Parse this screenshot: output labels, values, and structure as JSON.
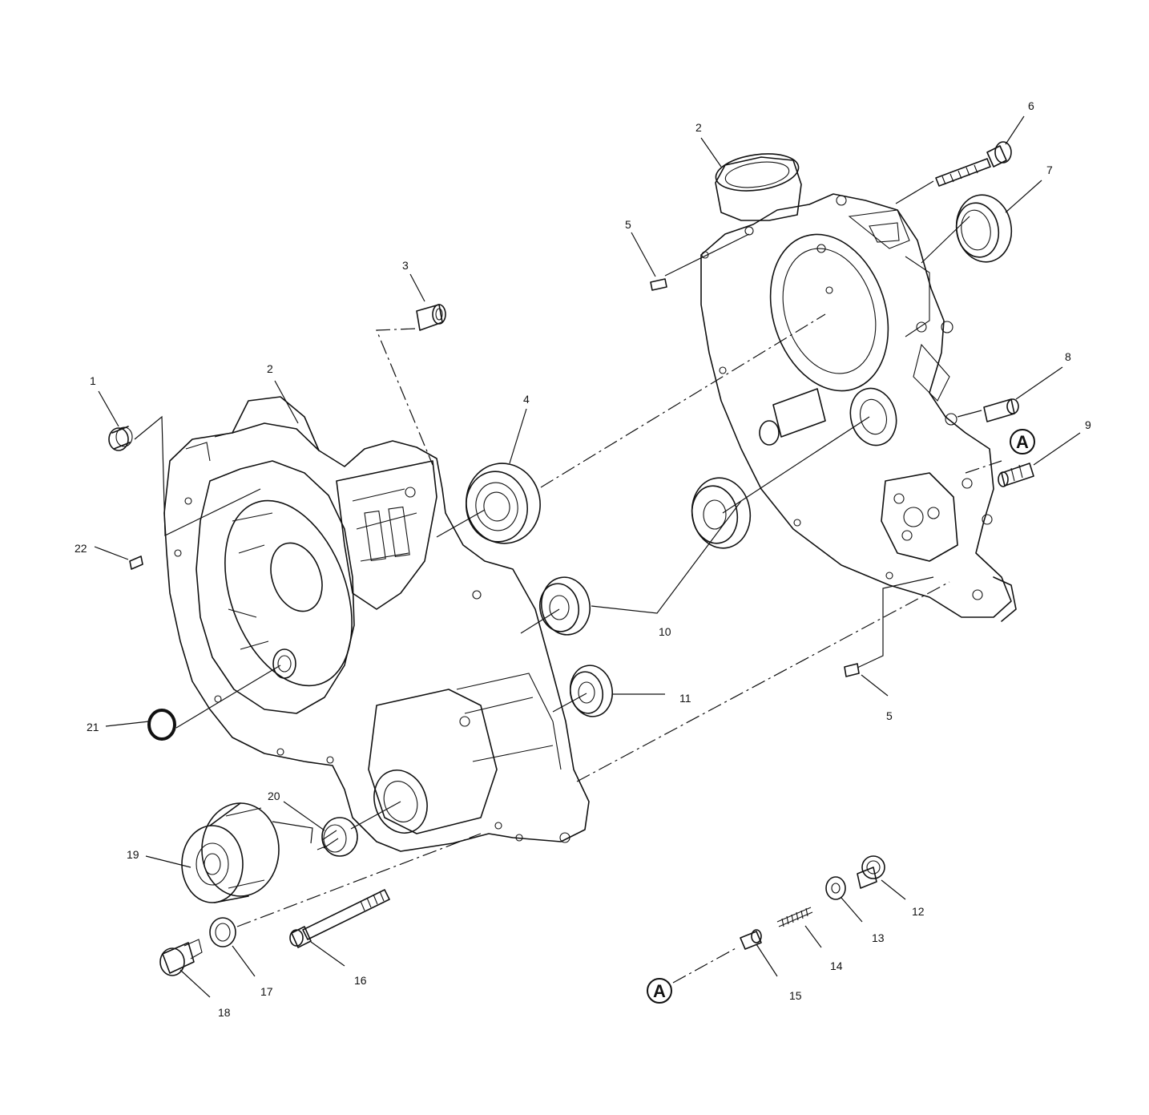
{
  "diagram": {
    "labels": {
      "p1": "1",
      "p2_left": "2",
      "p2_right": "2",
      "p3": "3",
      "p4": "4",
      "p5_top": "5",
      "p5_bottom": "5",
      "p6": "6",
      "p7": "7",
      "p8": "8",
      "p9": "9",
      "p10": "10",
      "p11": "11",
      "p12": "12",
      "p13": "13",
      "p14": "14",
      "p15": "15",
      "p16": "16",
      "p17": "17",
      "p18": "18",
      "p19": "19",
      "p20": "20",
      "p21": "21",
      "p22": "22"
    },
    "reference_markers": {
      "upper": "A",
      "lower": "A"
    }
  }
}
